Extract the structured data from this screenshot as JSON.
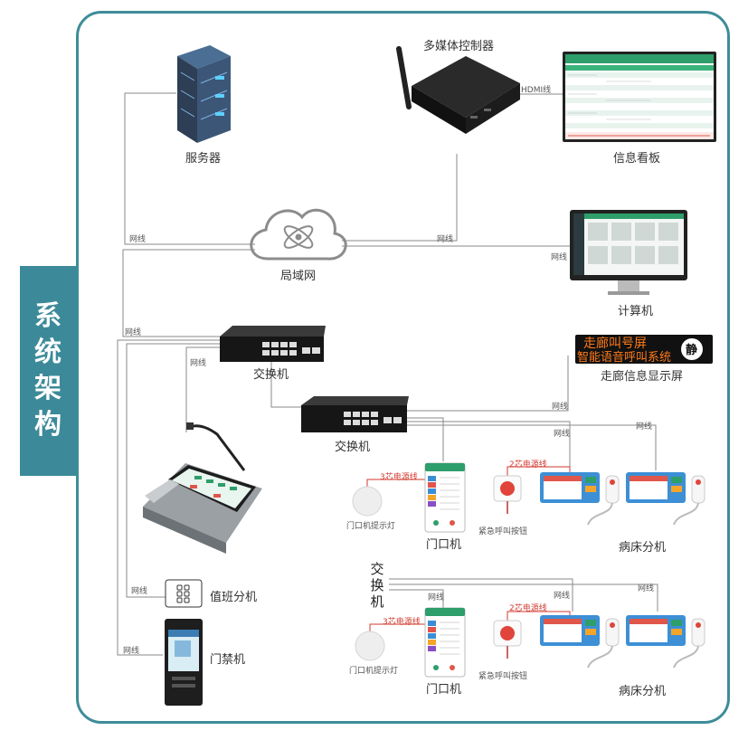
{
  "side_title": [
    "系",
    "统",
    "架",
    "构"
  ],
  "nodes": {
    "server": "服务器",
    "media_controller": "多媒体控制器",
    "info_board": "信息看板",
    "lan": "局域网",
    "computer": "计算机",
    "switch1": "交换机",
    "switch2": "交换机",
    "switch3": "交换机",
    "corridor_display": "走廊信息显示屏",
    "duty_terminal": "值班分机",
    "access_control": "门禁机",
    "door_unit_1": "门口机",
    "door_unit_2": "门口机",
    "door_lamp_1": "门口机提示灯",
    "door_lamp_2": "门口机提示灯",
    "emergency_button_1": "紧急呼叫按钮",
    "emergency_button_2": "紧急呼叫按钮",
    "bedside_unit_1": "病床分机",
    "bedside_unit_2": "病床分机"
  },
  "wires": {
    "net": "网线",
    "hdmi": "HDMI线",
    "power3": "3芯电源线",
    "power2": "2芯电源线"
  },
  "led_screen": {
    "line1": "走廊叫号屏",
    "line2": "智能语音呼叫系统",
    "badge": "静"
  },
  "colors": {
    "frame": "#3f8c99",
    "accent_green": "#2e9e6a",
    "wire_red": "#d23a2f",
    "led_orange": "#ff7a1a"
  }
}
